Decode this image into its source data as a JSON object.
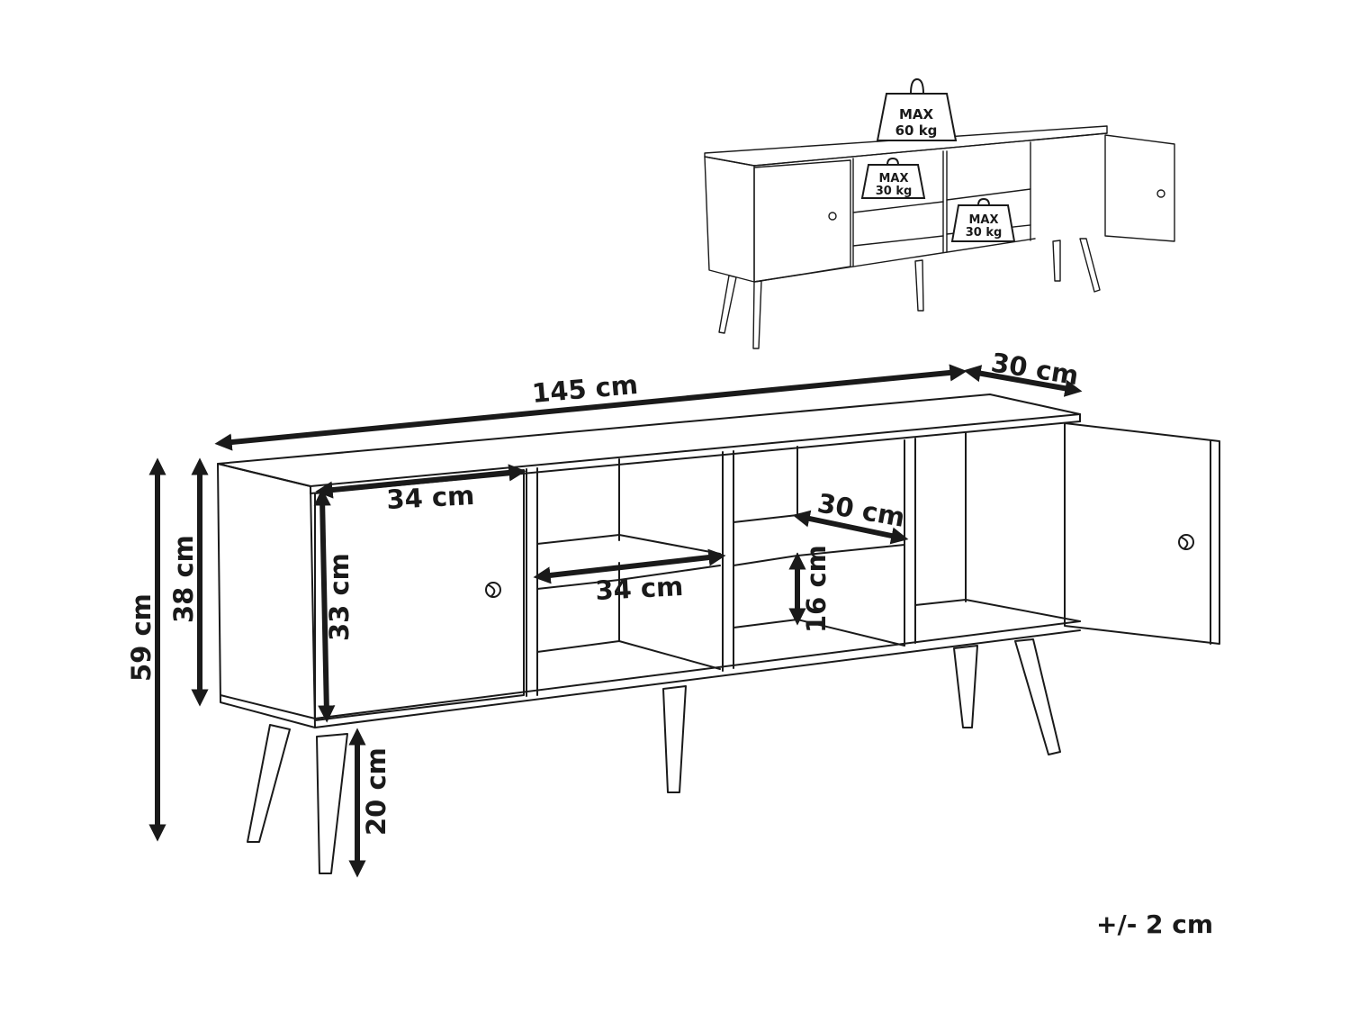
{
  "dimensions": {
    "total_width": "145 cm",
    "total_depth": "30 cm",
    "total_height": "59 cm",
    "body_height": "38 cm",
    "leg_height": "20 cm",
    "door_width": "34 cm",
    "door_height": "33 cm",
    "shelf_width": "34 cm",
    "shelf_depth": "30 cm",
    "shelf_gap": "16 cm"
  },
  "load_limits": {
    "top": {
      "line1": "MAX",
      "line2": "60 kg"
    },
    "shelf_upper": {
      "line1": "MAX",
      "line2": "30 kg"
    },
    "shelf_lower": {
      "line1": "MAX",
      "line2": "30 kg"
    }
  },
  "tolerance": "+/- 2 cm"
}
